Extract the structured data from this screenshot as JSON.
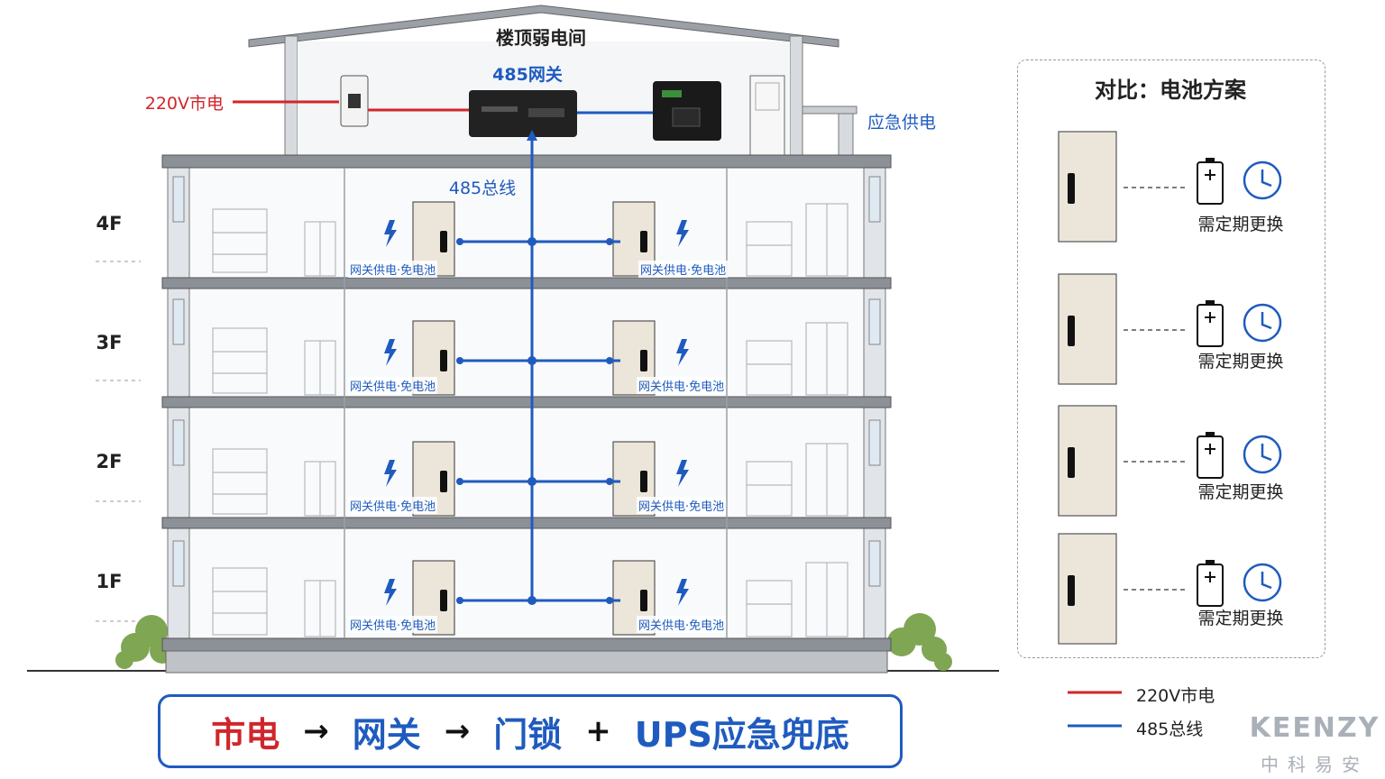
{
  "roof": {
    "title": "楼顶弱电间",
    "gateway_label": "485网关",
    "mains_label": "220V市电",
    "ups_label": "应急供电",
    "bus_label": "485总线"
  },
  "floors": [
    {
      "label": "4F",
      "left_caption": "网关供电·免电池",
      "right_caption": "网关供电·免电池"
    },
    {
      "label": "3F",
      "left_caption": "网关供电·免电池",
      "right_caption": "网关供电·免电池"
    },
    {
      "label": "2F",
      "left_caption": "网关供电·免电池",
      "right_caption": "网关供电·免电池"
    },
    {
      "label": "1F",
      "left_caption": "网关供电·免电池",
      "right_caption": "网关供电·免电池"
    }
  ],
  "comparison": {
    "title": "对比：电池方案",
    "items": [
      {
        "caption": "需定期更换"
      },
      {
        "caption": "需定期更换"
      },
      {
        "caption": "需定期更换"
      },
      {
        "caption": "需定期更换"
      }
    ]
  },
  "legend": [
    {
      "label": "220V市电",
      "color": "#d0262b"
    },
    {
      "label": "485总线",
      "color": "#1f5bbf"
    }
  ],
  "formula": {
    "part1": "市电",
    "arrow1": "→",
    "part2": "网关",
    "arrow2": "→",
    "part3": "门锁",
    "plus": "+",
    "part4": "UPS应急兜底"
  },
  "brand": {
    "name": "KEENZY",
    "subtitle": "中科易安"
  },
  "colors": {
    "mains": "#d0262b",
    "bus": "#1f5bbf",
    "slab": "#8c9097"
  }
}
